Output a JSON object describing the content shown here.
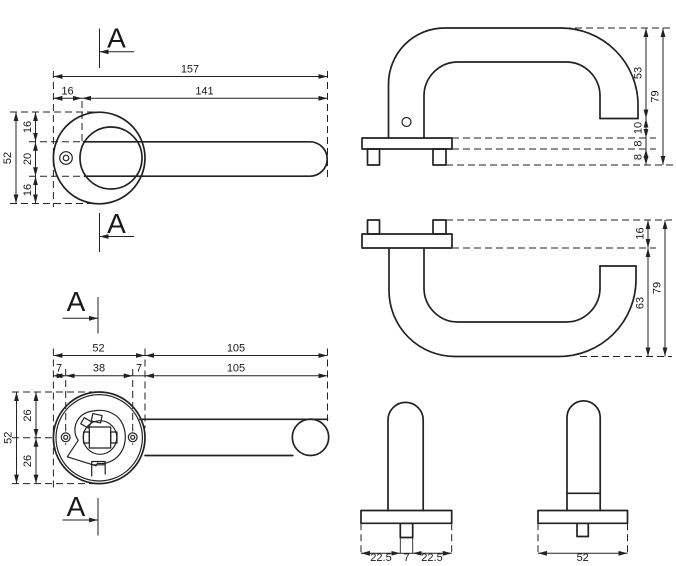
{
  "document": {
    "type": "CAD technical drawing",
    "subject": "Lever door handle on round rose, multi-view dimensioned drawing",
    "units": "mm",
    "line_color": "#222222",
    "background_color": "#ffffff"
  },
  "section_marker": {
    "label": "A"
  },
  "views": {
    "side": {
      "name": "side elevation",
      "overall_length": "157",
      "lever_length": "141",
      "rose_offset": "16",
      "rose_diameter": "52",
      "above_lever": "16",
      "lever_thickness": "20",
      "below_lever": "16"
    },
    "plan_top": {
      "name": "plan view from above",
      "grip_height": "53",
      "overall_height": "79",
      "neck_gap": "10",
      "plate_thickness": "8",
      "pin_length": "8"
    },
    "plan_bottom": {
      "name": "plan view from below",
      "pin_and_plate": "16",
      "handle_depth": "63",
      "overall_height": "79"
    },
    "front": {
      "name": "front view with rose mechanism",
      "rose_width": "52",
      "lever_reach": "105",
      "edge_to_screw": "7",
      "screw_spacing": "38",
      "screw_to_edge": "7",
      "lever_reach2": "105",
      "rose_height": "52",
      "upper_half": "26",
      "lower_half": "26"
    },
    "end_left": {
      "name": "grip end view (sectioned)",
      "left_half": "22.5",
      "spindle_width": "7",
      "right_half": "22.5"
    },
    "end_right": {
      "name": "grip end view",
      "overall_width": "52"
    }
  }
}
